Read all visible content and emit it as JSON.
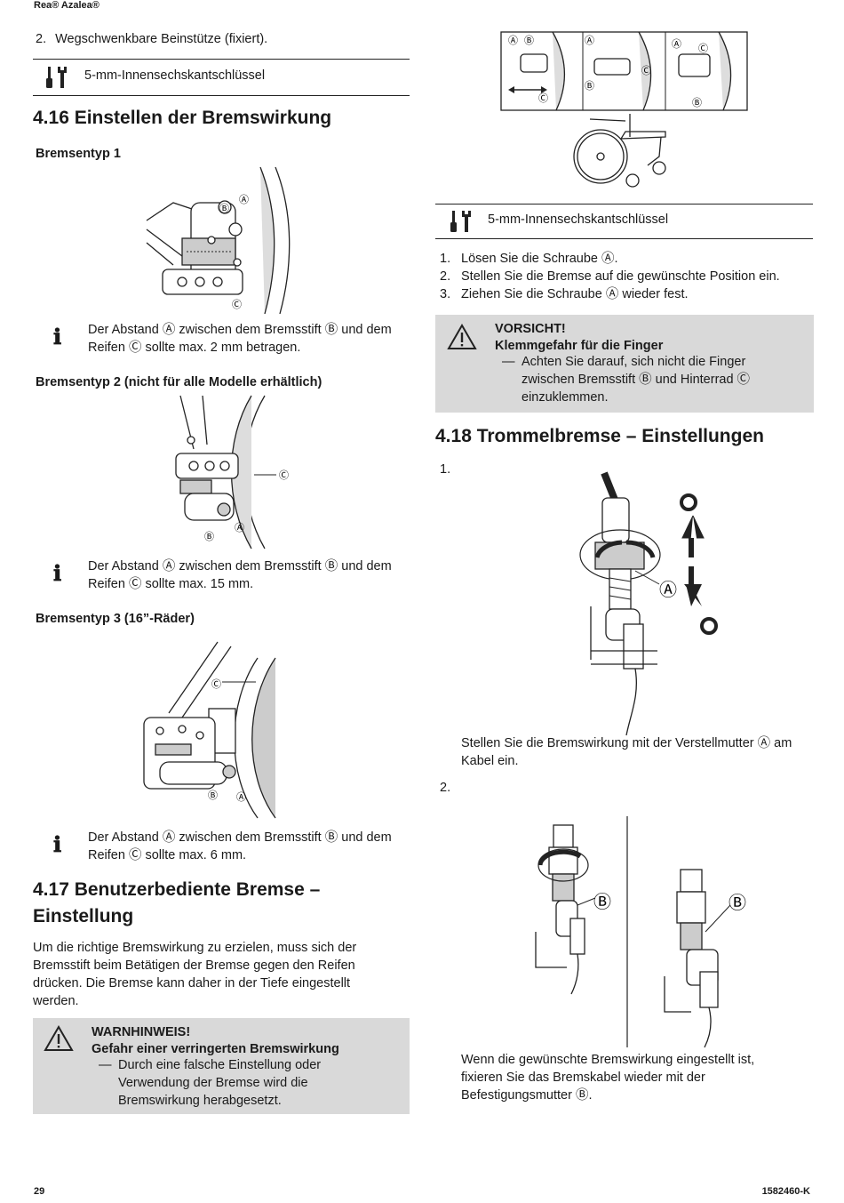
{
  "header": {
    "title": "Rea® Azalea®"
  },
  "footer": {
    "page": "29",
    "doc": "1582460-K"
  },
  "left": {
    "step2": {
      "num": "2.",
      "text": "Wegschwenkbare Beinstütze (fixiert)."
    },
    "tool1": "5-mm-Innensechskantschlüssel",
    "s416": {
      "title": "4.16   Einstellen der Bremswirkung"
    },
    "bt1": {
      "heading": "Bremsentyp 1",
      "info_line1": "Der Abstand Ⓐ zwischen dem Bremsstift Ⓑ und dem",
      "info_line2": "Reifen Ⓒ sollte max. 2 mm betragen."
    },
    "bt2": {
      "heading": "Bremsentyp 2 (nicht für alle Modelle erhältlich)",
      "info_line1": "Der Abstand Ⓐ zwischen dem Bremsstift Ⓑ und dem",
      "info_line2": "Reifen Ⓒ sollte max. 15 mm."
    },
    "bt3": {
      "heading": "Bremsentyp 3 (16”-Räder)",
      "info_line1": "Der Abstand Ⓐ zwischen dem Bremsstift Ⓑ und dem",
      "info_line2": "Reifen Ⓒ sollte max. 6 mm."
    },
    "s417": {
      "title_line1": "4.17   Benutzerbediente Bremse –",
      "title_line2": "Einstellung",
      "p1": "Um die richtige Bremswirkung zu erzielen, muss sich der",
      "p2": "Bremsstift beim Betätigen der Bremse gegen den Reifen",
      "p3": "drücken. Die Bremse kann daher in der Tiefe eingestellt",
      "p4": "werden."
    },
    "warn": {
      "title": "WARNHINWEIS!",
      "subtitle": "Gefahr einer verringerten Bremswirkung",
      "dash": "—",
      "l1": "Durch eine falsche Einstellung oder",
      "l2": "Verwendung der Bremse wird die",
      "l3": "Bremswirkung herabgesetzt."
    }
  },
  "right": {
    "tool2": "5-mm-Innensechskantschlüssel",
    "steps": [
      {
        "num": "1.",
        "text": "Lösen Sie die Schraube Ⓐ."
      },
      {
        "num": "2.",
        "text": "Stellen Sie die Bremse auf die gewünschte Position ein."
      },
      {
        "num": "3.",
        "text": "Ziehen Sie die Schraube Ⓐ wieder fest."
      }
    ],
    "caution": {
      "title": "VORSICHT!",
      "subtitle": "Klemmgefahr für die Finger",
      "dash": "—",
      "l1": "Achten Sie darauf, sich nicht die Finger",
      "l2": "zwischen Bremsstift Ⓑ und Hinterrad Ⓒ",
      "l3": "einzuklemmen."
    },
    "s418": {
      "title": "4.18   Trommelbremse – Einstellungen"
    },
    "drum1": {
      "num": "1.",
      "l1": "Stellen Sie die Bremswirkung mit der Verstellmutter Ⓐ am",
      "l2": "Kabel ein."
    },
    "drum2": {
      "num": "2.",
      "l1": "Wenn die gewünschte Bremswirkung eingestellt ist,",
      "l2": "fixieren Sie das Bremskabel wieder mit der",
      "l3": "Befestigungsmutter Ⓑ."
    }
  },
  "labels": {
    "a": "Ⓐ",
    "b": "Ⓑ",
    "c": "Ⓒ"
  }
}
